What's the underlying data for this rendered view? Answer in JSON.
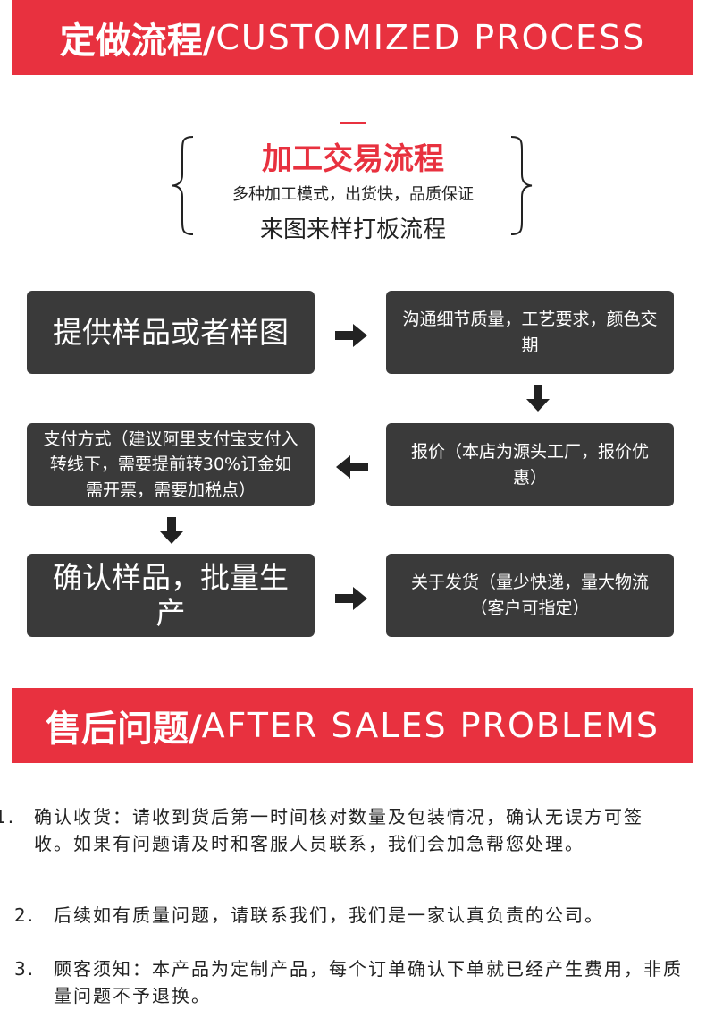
{
  "banner_top": {
    "zh": "定做流程/",
    "en": "CUSTOMIZED PROCESS"
  },
  "intro": {
    "title": "加工交易流程",
    "line1": "多种加工模式，出货快，品质保证",
    "line2": "来图来样打板流程"
  },
  "flow": [
    {
      "text": "提供样品或者样图"
    },
    {
      "text": "沟通细节质量，工艺要求，颜色交期"
    },
    {
      "text": "支付方式（建议阿里支付宝支付入转线下，需要提前转30%订金如需开票，需要加税点）"
    },
    {
      "text": "报价（本店为源头工厂，报价优惠）"
    },
    {
      "text": "确认样品，批量生产"
    },
    {
      "text": "关于发货（量少快递，量大物流（客户可指定）"
    }
  ],
  "banner_bottom": {
    "zh": "售后问题/",
    "en": "AFTER SALES PROBLEMS"
  },
  "after_sales": [
    {
      "num": "1.",
      "text": "确认收货：请收到货后第一时间核对数量及包装情况，确认无误方可签收。如果有问题请及时和客服人员联系，我们会加急帮您处理。"
    },
    {
      "num": "2.",
      "text": "后续如有质量问题，请联系我们，我们是一家认真负责的公司。"
    },
    {
      "num": "3.",
      "text": "顾客须知：本产品为定制产品，每个订单确认下单就已经产生费用，非质量问题不予退换。"
    }
  ],
  "colors": {
    "accent": "#e8313f",
    "box": "#3a3a3a"
  },
  "icons": [
    "arrow-right-icon",
    "arrow-down-icon",
    "arrow-left-icon",
    "arrow-down-icon",
    "arrow-right-icon"
  ]
}
